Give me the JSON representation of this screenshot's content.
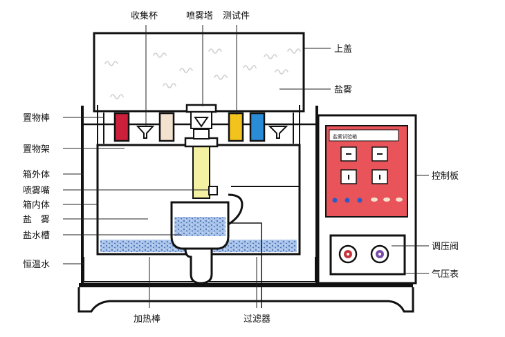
{
  "labels": {
    "collector_cup": "收集杯",
    "spray_tower": "喷雾塔",
    "test_piece": "测试件",
    "upper_lid": "上盖",
    "salt_fog_top": "盐雾",
    "rack_rod": "置物棒",
    "rack_frame": "置物架",
    "outer_box": "箱外体",
    "nozzle": "喷雾嘴",
    "inner_box": "箱内体",
    "salt_fog_left": "盐　雾",
    "brine_tank": "盐水槽",
    "constant_temp_water": "恒温水",
    "heating_rod": "加热棒",
    "filter": "过滤器",
    "control_panel": "控制板",
    "pressure_valve": "调压阀",
    "pressure_gauge": "气压表"
  },
  "panel": {
    "title": "盐雾试验箱"
  },
  "colors": {
    "background": "#ffffff",
    "outline": "#111111",
    "fog_squiggle": "#cfcfcf",
    "water_blue": "#a9c4ea",
    "water_dot": "#3f5fa8",
    "control_red": "#e8545a",
    "tower_yellow": "#f4f1a2",
    "tube_red": "#cc1f3c",
    "tube_cream": "#f2e2cf",
    "tube_yellow": "#f2c31c",
    "tube_blue": "#2a8bd6",
    "knob_red": "#c8323a",
    "knob_purple": "#7a4da8"
  }
}
